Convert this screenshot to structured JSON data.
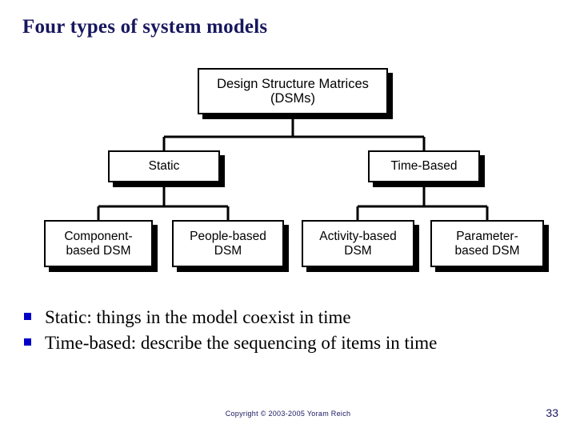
{
  "slide": {
    "title": "Four types of system models",
    "title_color": "#17175e",
    "background": "#ffffff"
  },
  "diagram": {
    "type": "hierarchy-tree",
    "node_border_color": "#000000",
    "node_fill": "#ffffff",
    "shadow_color": "#000000",
    "nodes": {
      "root": "Design Structure Matrices\n(DSMs)",
      "static": "Static",
      "time_based": "Time-Based",
      "component_based": "Component-\nbased DSM",
      "people_based": "People-based\nDSM",
      "activity_based": "Activity-based\nDSM",
      "parameter_based": "Parameter-\nbased DSM"
    }
  },
  "bullets": {
    "marker_color": "#0000c8",
    "items": [
      {
        "text": "Static: things in the model coexist in time"
      },
      {
        "text": "Time-based: describe the sequencing of items in time"
      }
    ]
  },
  "footer": {
    "copyright": "Copyright © 2003-2005 Yoram Reich",
    "page_number": "33",
    "color": "#17175e"
  }
}
